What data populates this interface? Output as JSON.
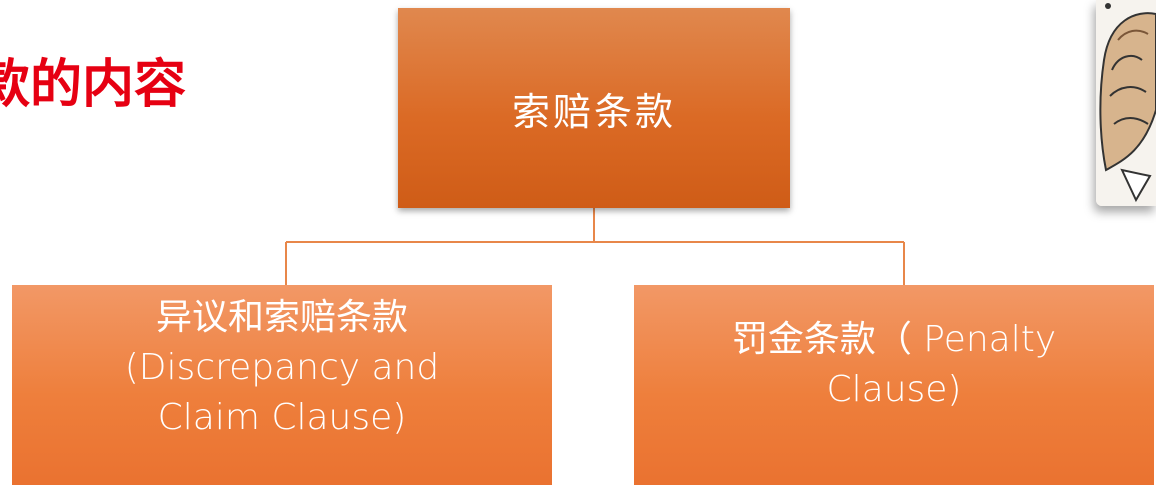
{
  "title": "款的内容",
  "diagram": {
    "root": {
      "label": "索赔条款"
    },
    "children": [
      {
        "label": "异议和索赔条款\n(Discrepancy and\nClaim Clause)"
      },
      {
        "label": "罚金条款（ Penalty\nClause)"
      }
    ]
  },
  "colors": {
    "title": "#e60012",
    "root_fill": "#db6a25",
    "child_fill": "#ee7f3c",
    "connector": "#e8874a"
  },
  "picture": {
    "description_icon": "cartoon-hand-illustration"
  }
}
